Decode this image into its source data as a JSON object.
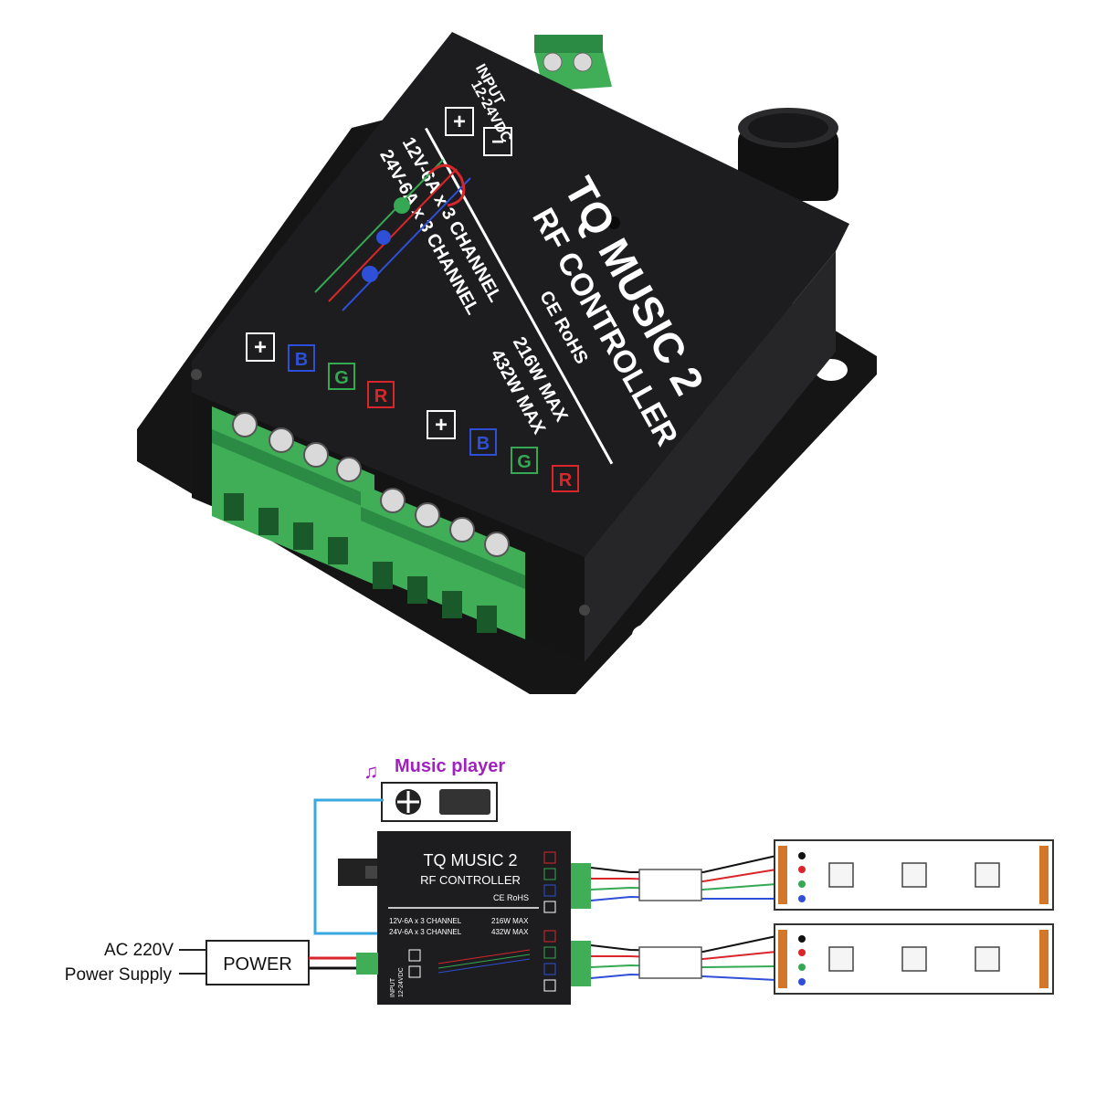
{
  "product": {
    "title": "TQ MUSIC 2",
    "subtitle": "RF CONTROLLER",
    "cert": "CE RoHS",
    "spec_line1": "12V-6A x 3 CHANNEL",
    "spec_line1_power": "216W MAX",
    "spec_line2": "24V-6A x 3 CHANNEL",
    "spec_line2_power": "432W MAX",
    "input_label": "INPUT",
    "input_voltage": "12-24VDC",
    "plus_symbol": "+",
    "minus_symbol": "−",
    "channel_labels": [
      "B",
      "G",
      "R"
    ]
  },
  "diagram": {
    "music_player_label": "Music player",
    "power_box_label": "POWER",
    "ac_label": "AC 220V",
    "supply_label": "Power Supply",
    "controller_title": "TQ MUSIC 2",
    "controller_subtitle": "RF CONTROLLER",
    "controller_cert": "CE RoHS",
    "controller_spec1": "12V-6A x 3 CHANNEL",
    "controller_spec1_power": "216W MAX",
    "controller_spec2": "24V-6A x 3 CHANNEL",
    "controller_spec2_power": "432W MAX",
    "controller_input_label": "INPUT",
    "controller_input_voltage": "12-24VDC"
  },
  "colors": {
    "case": "#1d1d1f",
    "case_edge": "#2e2e31",
    "terminal_green": "#3fae57",
    "terminal_dark": "#2b8a43",
    "red": "#d8262b",
    "green": "#35a853",
    "blue": "#2e4fd6",
    "purple": "#a020c0",
    "wire_cyan": "#39a7e0",
    "strip_pad": "#d2762a"
  }
}
